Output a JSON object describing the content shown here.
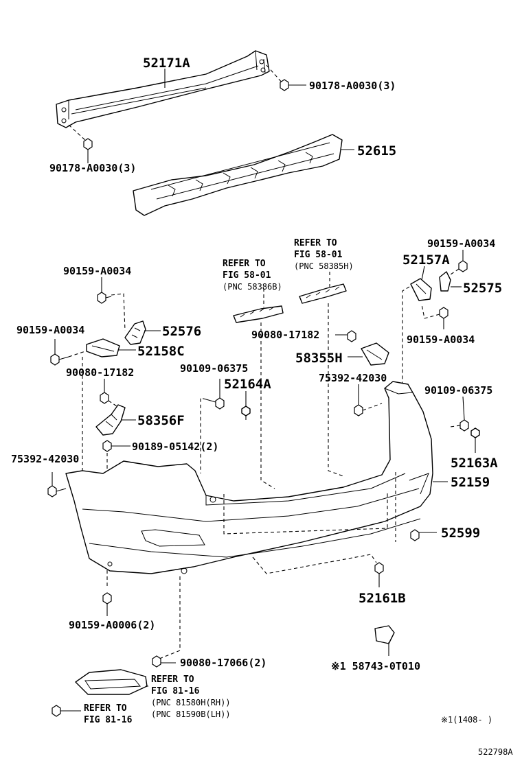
{
  "labels": {
    "p52171A": "52171A",
    "p90178_a": "90178-A0030(3)",
    "p90178_b": "90178-A0030(3)",
    "p52615": "52615",
    "p90159_a": "90159-A0034",
    "p90159_b": "90159-A0034",
    "p90159_c": "90159-A0034",
    "p90159_d": "90159-A0034",
    "p52576": "52576",
    "p52158C": "52158C",
    "p90080_17182a": "90080-17182",
    "p90080_17182b": "90080-17182",
    "p58356F": "58356F",
    "p90189": "90189-05142(2)",
    "p75392_a": "75392-42030",
    "p75392_b": "75392-42030",
    "p90109_a": "90109-06375",
    "p90109_b": "90109-06375",
    "p52164A": "52164A",
    "p52163A": "52163A",
    "p58355H": "58355H",
    "p52157A": "52157A",
    "p52575": "52575",
    "p52159": "52159",
    "p52599": "52599",
    "p52161B": "52161B",
    "p90159_A0006": "90159-A0006(2)",
    "p90080_17066": "90080-17066(2)",
    "p58743": "※1 58743-0T010",
    "note_range": "※1(1408-     )",
    "fig_id": "522798A"
  },
  "refs": {
    "r1": [
      "REFER TO",
      "FIG 58-01",
      "(PNC 58386B)"
    ],
    "r2": [
      "REFER TO",
      "FIG 58-01",
      "(PNC 58385H)"
    ],
    "r3": [
      "REFER TO",
      "FIG 81-16",
      "(PNC 81580H(RH))",
      "(PNC 81590B(LH))"
    ],
    "r4": [
      "REFER TO",
      "FIG 81-16"
    ]
  }
}
